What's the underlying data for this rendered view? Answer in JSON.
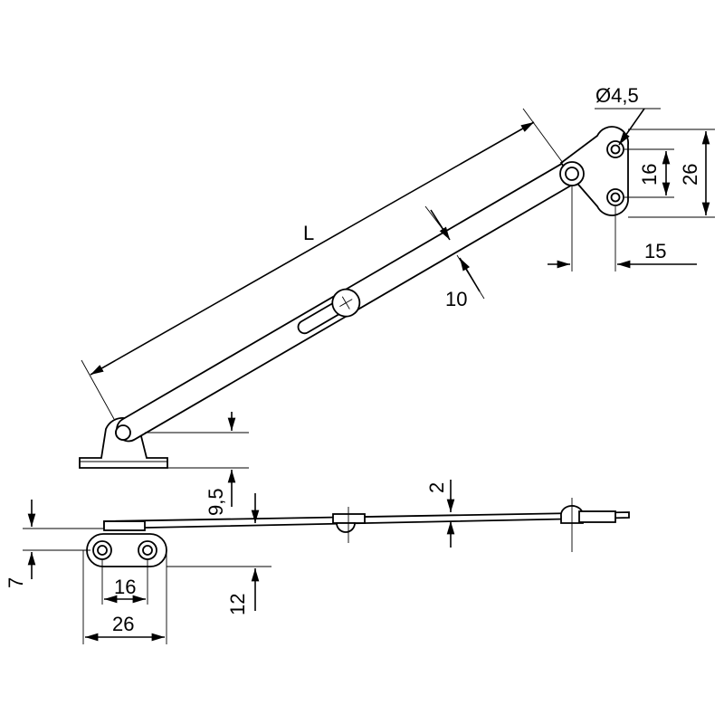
{
  "title": "Lid stay technical drawing",
  "dimensions": {
    "hole_diameter": "Ø4,5",
    "top_hole_spacing": "16",
    "top_bracket_height": "26",
    "top_offset": "15",
    "length": "L",
    "arm_width": "10",
    "bottom_height": "9,5",
    "thickness": "2",
    "side_offset": "7",
    "side_height": "12",
    "bottom_hole_spacing": "16",
    "bottom_bracket_width": "26"
  }
}
